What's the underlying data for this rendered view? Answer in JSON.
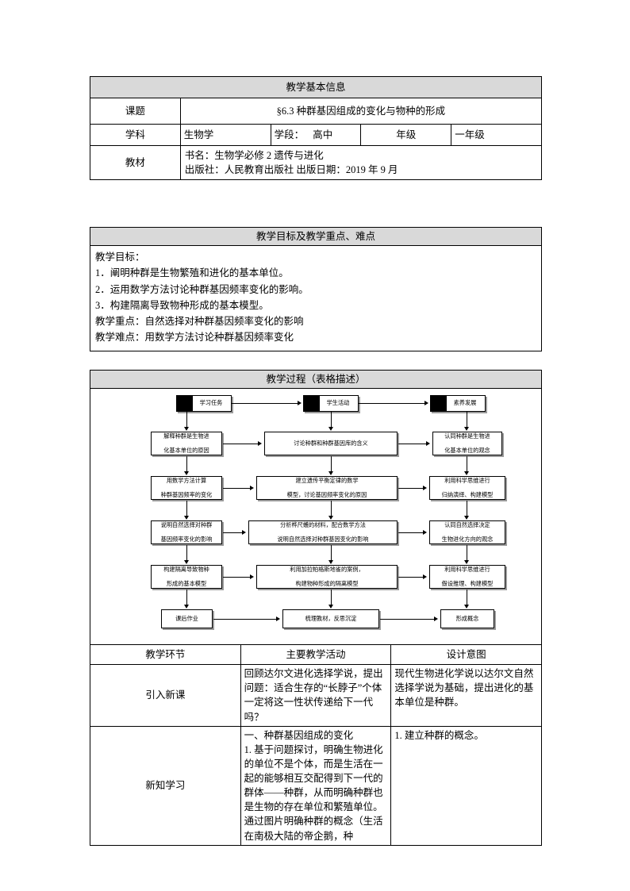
{
  "block1": {
    "header": "教学基本信息",
    "rows": [
      {
        "label": "课题",
        "value": "§6.3 种群基因组成的变化与物种的形成"
      },
      {
        "label": "学科",
        "subject": "生物学",
        "stage_label": "学段：",
        "stage_value": "高中",
        "grade_label": "年级",
        "grade_value": "一年级"
      },
      {
        "label": "教材",
        "line1": "书名：生物学必修 2 遗传与进化",
        "line2": "出版社：人民教育出版社    出版日期：2019 年  9 月"
      }
    ]
  },
  "block2": {
    "header": "教学目标及教学重点、难点",
    "lines": [
      "教学目标：",
      "1．阐明种群是生物繁殖和进化的基本单位。",
      "2．运用数学方法讨论种群基因频率变化的影响。",
      "3．构建隔离导致物种形成的基本模型。",
      "教学重点：自然选择对种群基因频率变化的影响",
      "教学难点：用数学方法讨论种群基因频率变化"
    ]
  },
  "block3": {
    "header": "教学过程（表格描述）",
    "flow": {
      "headers": [
        "学习任务",
        "学生活动",
        "素养发展"
      ],
      "rows": [
        {
          "col1": "解释种群是生物进化基本单位的原因",
          "col1_lines": [
            "解释种群是生物进",
            "化基本单位的原因"
          ],
          "col2": "讨论种群和种群基因库的含义",
          "col2_lines": [
            "讨论种群和种群基因库的含义"
          ],
          "col3": "认同种群是生物进化基本单位的观念",
          "col3_lines": [
            "认同种群是生物进",
            "化基本单位的观念"
          ]
        },
        {
          "col1_lines": [
            "用数学方法计算",
            "种群基因频率的变化"
          ],
          "col2_lines": [
            "建立遗传平衡定律的数学",
            "模型，讨论基因频率变化的原因"
          ],
          "col3_lines": [
            "利用科学思维进行",
            "归纳演绎、构建模型"
          ]
        },
        {
          "col1_lines": [
            "说明自然选择对种群",
            "基因频率变化的影响"
          ],
          "col2_lines": [
            "分析桦尺蠖的材料，配合数学方法",
            "说明自然选择对种群基因变化的影响"
          ],
          "col3_lines": [
            "认同自然选择决定",
            "生物进化方向的观念"
          ]
        },
        {
          "col1_lines": [
            "构建隔离导致物种",
            "形成的基本模型"
          ],
          "col2_lines": [
            "利用加拉帕格斯地雀的案例，",
            "构建物种形成的隔离模型"
          ],
          "col3_lines": [
            "利用科学思维进行",
            "假设推理、构建模型"
          ]
        },
        {
          "col1_lines": [
            "课后作业"
          ],
          "col2_lines": [
            "梳理教材，反思沉淀"
          ],
          "col3_lines": [
            "形成概念"
          ]
        }
      ]
    },
    "table_headers": [
      "教学环节",
      "主要教学活动",
      "设计意图"
    ],
    "rows": [
      {
        "stage": "引入新课",
        "activity": "回顾达尔文进化选择学说，提出问题：适合生存的“长脖子”个体一定将这一性状传递给下一代吗？",
        "intent": "现代生物进化学说以达尔文自然选择学说为基础，提出进化的基本单位是种群。"
      },
      {
        "stage": "新知学习",
        "activity_lines": [
          "一、种群基因组成的变化",
          "1. 基于问题探讨，明确生物进化的单位不是个体，而是生活在一起的能够相互交配得到下一代的群体——种群，从而明确种群也是生物的存在单位和繁殖单位。通过图片明确种群的概念（生活在南极大陆的帝企鹅，种"
        ],
        "intent": "1. 建立种群的概念。"
      }
    ]
  },
  "colors": {
    "header_gray": "#d9d9d9",
    "border": "#000000",
    "shadow": "#9a9a9a"
  }
}
